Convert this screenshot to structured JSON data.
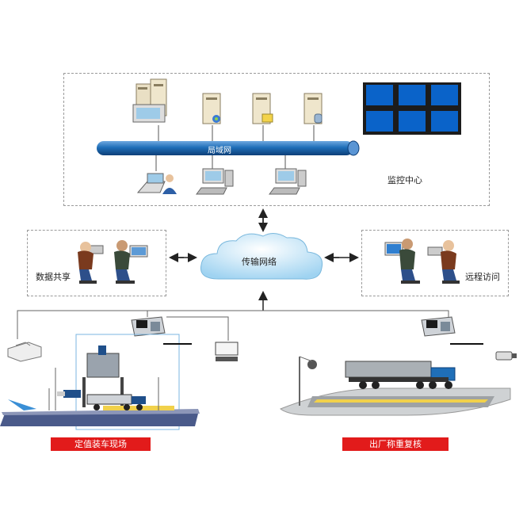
{
  "network_bus_label": "局域网",
  "monitor_center_label": "监控中心",
  "cloud_label": "传输网络",
  "data_share_label": "数据共享",
  "remote_access_label": "远程访问",
  "site_loading_label": "定值装车现场",
  "site_exit_label": "出厂称重复核",
  "colors": {
    "bus": "#1f6fb8",
    "red_bar": "#e21b1b",
    "cloud": "#9fd3f1",
    "screen": "#0a63c9"
  }
}
